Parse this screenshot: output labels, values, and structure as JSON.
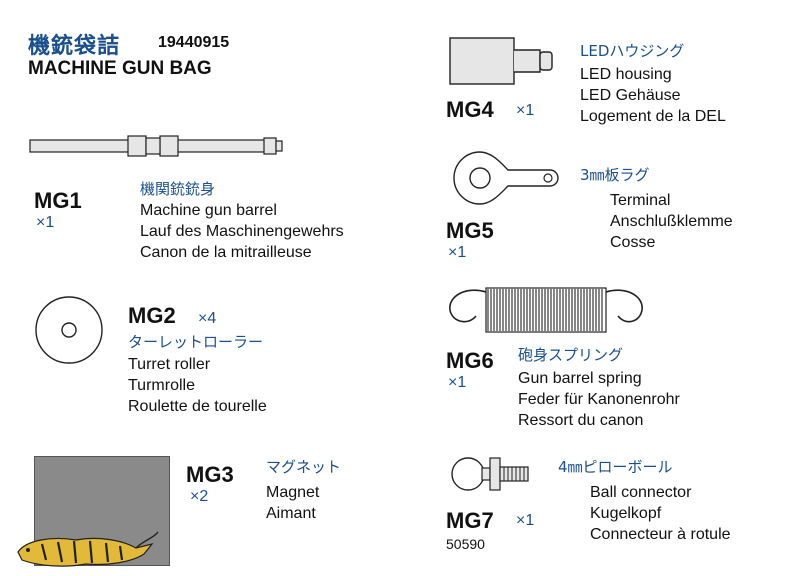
{
  "header": {
    "title_jp": "機銃袋詰",
    "part_number": "19440915",
    "title_en": "MACHINE GUN BAG"
  },
  "colors": {
    "accent_blue": "#1a4f8b",
    "text": "#111111",
    "part_fill": "#e6e6e6",
    "magnet_fill": "#8a8a8a"
  },
  "parts": {
    "mg1": {
      "code": "MG1",
      "qty": "×1",
      "jp": "機関銃銃身",
      "lines": [
        "Machine gun barrel",
        "Lauf des Maschinengewehrs",
        "Canon de la mitrailleuse"
      ]
    },
    "mg2": {
      "code": "MG2",
      "qty": "×4",
      "jp": "ターレットローラー",
      "lines": [
        "Turret roller",
        "Turmrolle",
        "Roulette de tourelle"
      ]
    },
    "mg3": {
      "code": "MG3",
      "qty": "×2",
      "jp": "マグネット",
      "lines": [
        "Magnet",
        "Aimant"
      ]
    },
    "mg4": {
      "code": "MG4",
      "qty": "×1",
      "jp": "LEDハウジング",
      "lines": [
        "LED housing",
        "LED Gehäuse",
        "Logement de la DEL"
      ]
    },
    "mg5": {
      "code": "MG5",
      "qty": "×1",
      "jp": "3㎜板ラグ",
      "lines": [
        "Terminal",
        "Anschlußklemme",
        "Cosse"
      ]
    },
    "mg6": {
      "code": "MG6",
      "qty": "×1",
      "jp": "砲身スプリング",
      "lines": [
        "Gun barrel spring",
        "Feder für Kanonenrohr",
        "Ressort du canon"
      ]
    },
    "mg7": {
      "code": "MG7",
      "qty": "×1",
      "jp": "4㎜ピローボール",
      "lines": [
        "Ball connector",
        "Kugelkopf",
        "Connecteur à rotule"
      ]
    }
  },
  "catalog_number": "50590",
  "icons": {
    "logo": "tiger-logo-icon"
  }
}
